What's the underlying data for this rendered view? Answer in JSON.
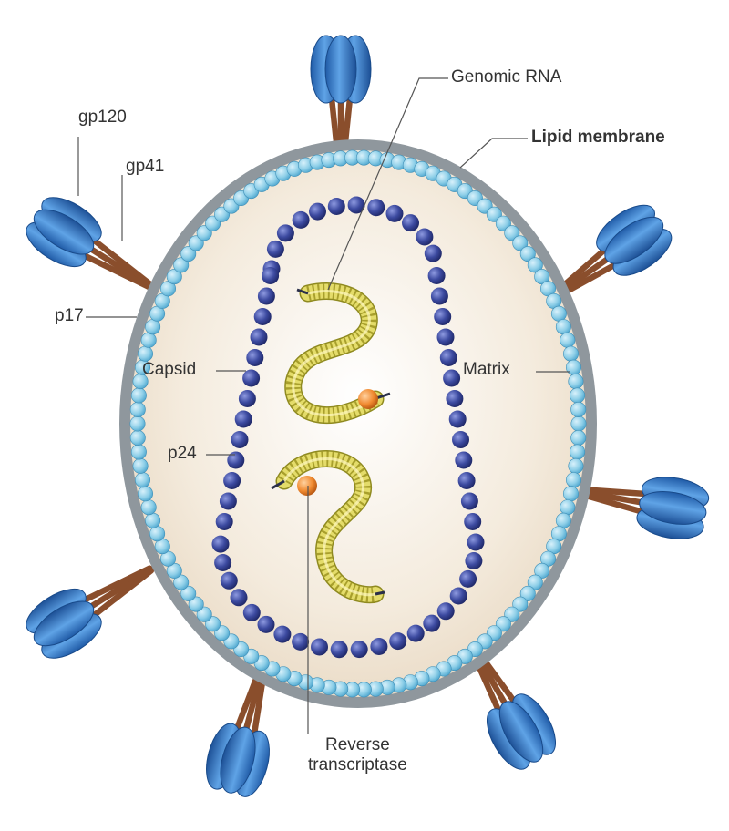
{
  "labels": {
    "gp120": "gp120",
    "gp41": "gp41",
    "p17": "p17",
    "capsid": "Capsid",
    "p24": "p24",
    "genomic_rna": "Genomic RNA",
    "lipid_membrane": "Lipid membrane",
    "matrix": "Matrix",
    "reverse_transcriptase_line1": "Reverse",
    "reverse_transcriptase_line2": "transcriptase"
  },
  "colors": {
    "membrane_outer": "#8f979d",
    "virion_fill": "#f2e6d6",
    "matrix_bead": "#8ecfe8",
    "capsid_bead": "#3c4aa0",
    "rna_coil": "#e4dc6a",
    "enzyme": "#f08a30",
    "spike_head": "#3b7fc9",
    "spike_stalk": "#8a4e2c"
  }
}
